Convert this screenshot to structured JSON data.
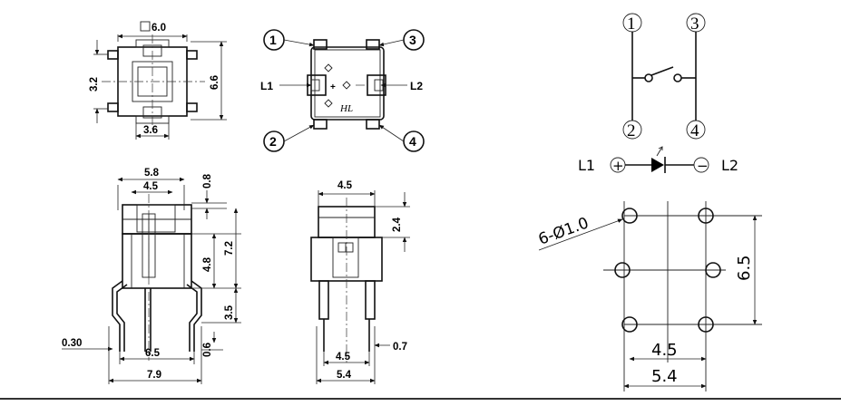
{
  "top_view": {
    "square_size": "6.0",
    "height_dim": "6.6",
    "pitch_dim": "3.2",
    "bottom_dim": "3.6"
  },
  "pin_view": {
    "pins": [
      "1",
      "2",
      "3",
      "4"
    ],
    "led_left": "L1",
    "led_right": "L2",
    "logo": "HL"
  },
  "side_view": {
    "cap_width": "5.8",
    "stem_width": "4.5",
    "cap_height": "0.8",
    "body_height": "7.2",
    "stem_height": "4.8",
    "lead_length": "3.5",
    "lead_thickness": "0.30",
    "lead_foot": "0.6",
    "lead_spacing": "6.5",
    "total_width": "7.9"
  },
  "front_view": {
    "cap_width": "4.5",
    "cap_height": "2.4",
    "lead_spacing": "4.5",
    "body_width": "5.4",
    "lead_width": "0.7"
  },
  "schematic": {
    "pins": [
      "1",
      "2",
      "3",
      "4"
    ],
    "led_left": "L1",
    "led_right": "L2",
    "plus": "+",
    "minus": "−"
  },
  "pcb_layout": {
    "hole_spec": "6-Ø1.0",
    "height_dim": "6.5",
    "inner_dim": "4.5",
    "outer_dim": "5.4"
  }
}
